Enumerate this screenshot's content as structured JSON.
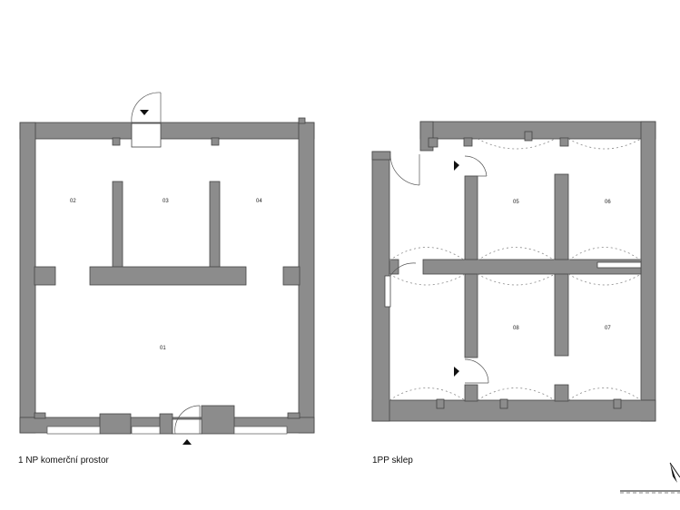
{
  "plans": [
    {
      "caption": "1 NP komerční prostor",
      "rooms": [
        "02",
        "03",
        "04",
        "01"
      ]
    },
    {
      "caption": "1PP sklep",
      "rooms": [
        "05",
        "06",
        "08",
        "07"
      ]
    }
  ],
  "icons": [
    "north-arrow-icon",
    "entrance-arrow-icon",
    "door-icon"
  ]
}
